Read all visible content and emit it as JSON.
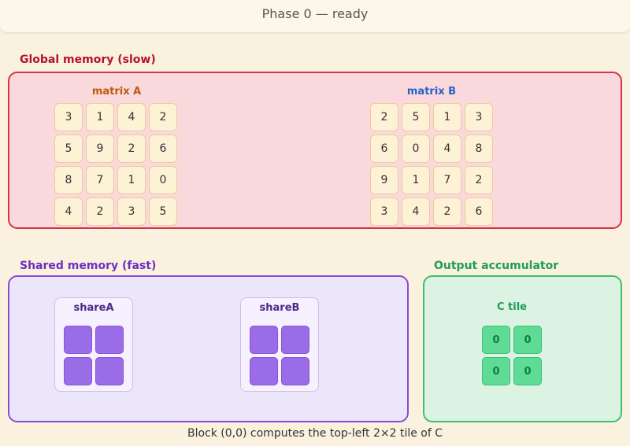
{
  "status": {
    "text": "Phase 0 — ready"
  },
  "global_memory": {
    "label": "Global memory (slow)",
    "matrix_a": {
      "title": "matrix A",
      "cells": [
        "3",
        "1",
        "4",
        "2",
        "5",
        "9",
        "2",
        "6",
        "8",
        "7",
        "1",
        "0",
        "4",
        "2",
        "3",
        "5"
      ]
    },
    "matrix_b": {
      "title": "matrix B",
      "cells": [
        "2",
        "5",
        "1",
        "3",
        "6",
        "0",
        "4",
        "8",
        "9",
        "1",
        "7",
        "2",
        "3",
        "4",
        "2",
        "6"
      ]
    }
  },
  "shared_memory": {
    "label": "Shared memory (fast)",
    "share_a": {
      "title": "shareA"
    },
    "share_b": {
      "title": "shareB"
    }
  },
  "output": {
    "label": "Output accumulator",
    "c_tile": {
      "title": "C tile",
      "cells": [
        "0",
        "0",
        "0",
        "0"
      ]
    }
  },
  "caption": "Block (0,0) computes the top-left 2×2 tile of C",
  "colors": {
    "global_border": "#d6324a",
    "shared_border": "#8a4ad8",
    "output_border": "#3cc070",
    "matrix_a_title": "#c2570f",
    "matrix_b_title": "#2760c9"
  }
}
